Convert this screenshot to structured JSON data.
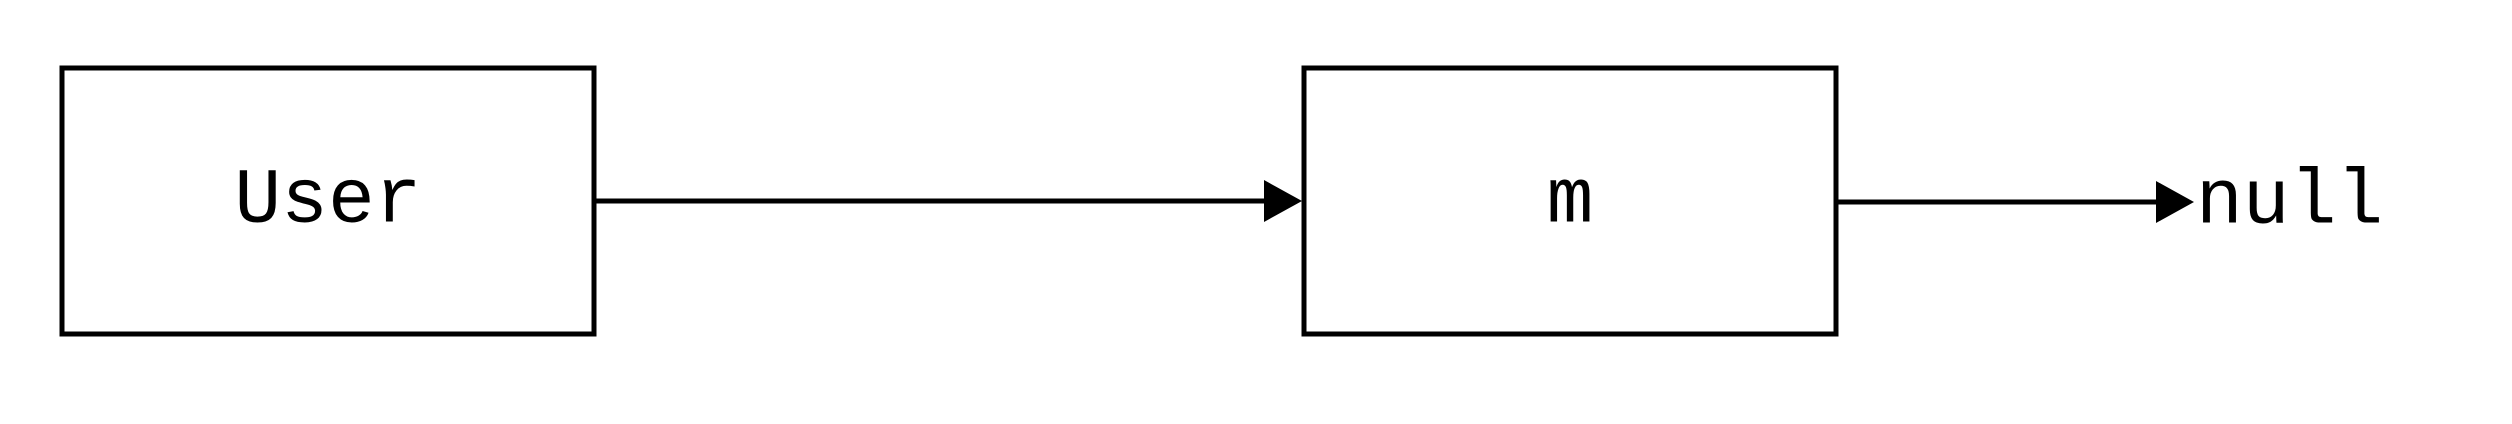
{
  "diagram": {
    "nodes": [
      {
        "id": "user",
        "label": "User"
      },
      {
        "id": "m",
        "label": "m"
      }
    ],
    "terminal": {
      "label": "null"
    },
    "edges": [
      {
        "from": "user",
        "to": "m"
      },
      {
        "from": "m",
        "to": "null"
      }
    ],
    "colors": {
      "stroke": "#000000",
      "background": "#ffffff",
      "text": "#000000"
    }
  }
}
